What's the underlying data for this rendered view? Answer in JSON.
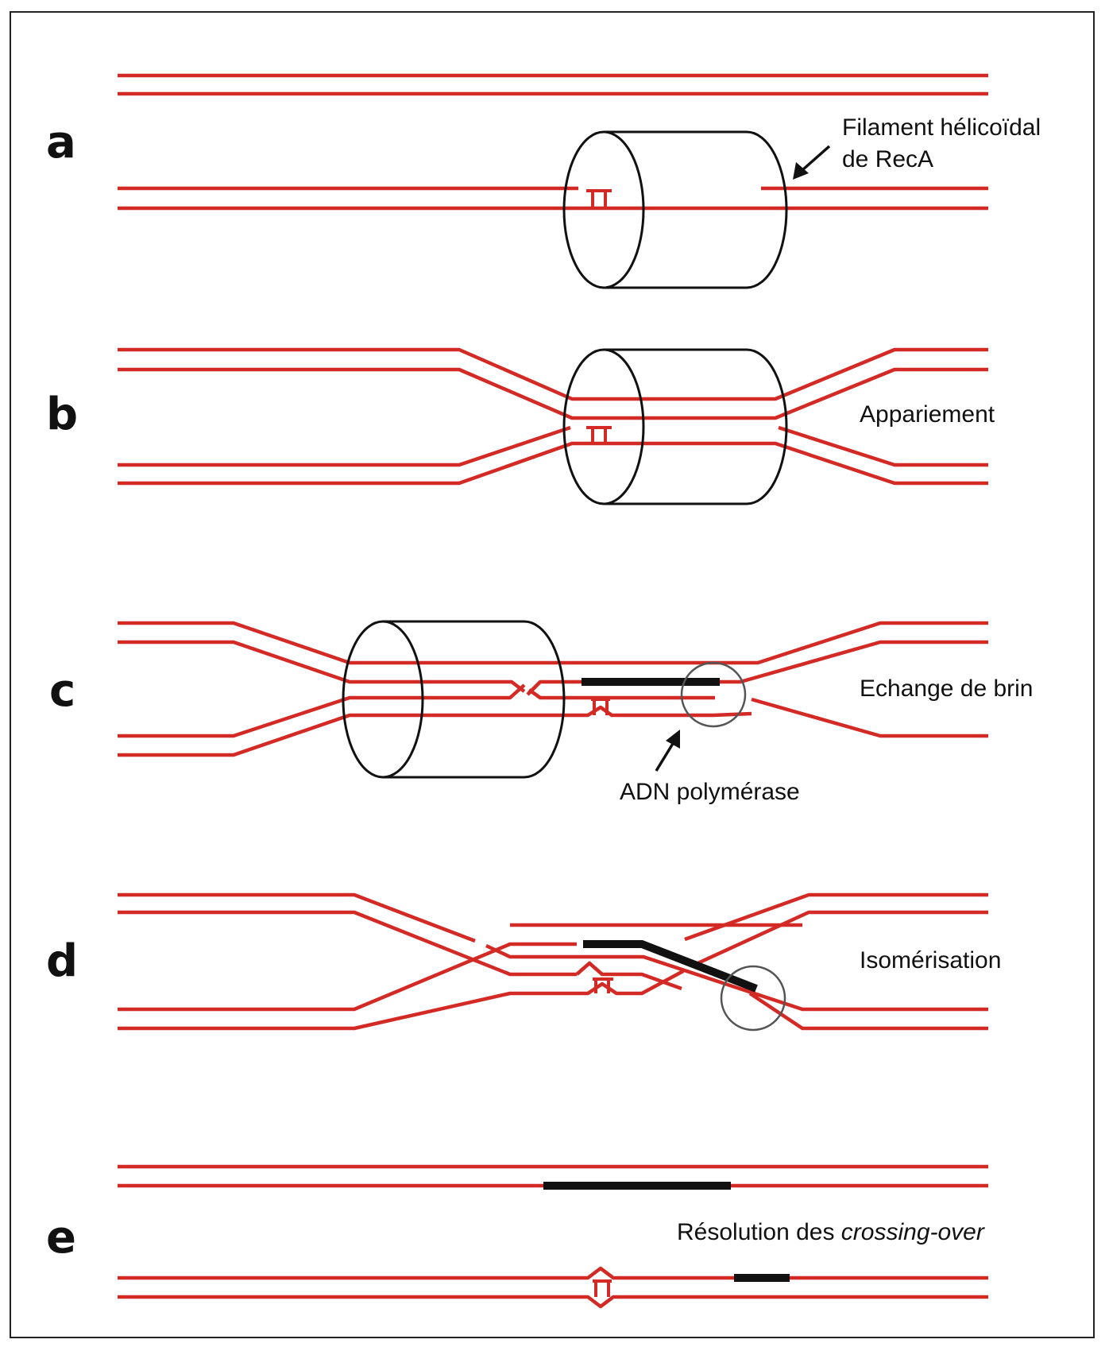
{
  "steps": {
    "a": {
      "letter": "a",
      "label_line1": "Filament hélicoïdal",
      "label_line2": "de RecA"
    },
    "b": {
      "letter": "b",
      "label": "Appariement"
    },
    "c": {
      "letter": "c",
      "label": "Echange de brin",
      "annotation": "ADN polymérase"
    },
    "d": {
      "letter": "d",
      "label": "Isomérisation"
    },
    "e": {
      "letter": "e",
      "label_prefix": "Résolution des ",
      "label_italic": "crossing-over"
    }
  },
  "colors": {
    "dna_strand": "#d42a25",
    "new_dna_synthesis": "#111111",
    "recA_filament_outline": "#111111",
    "frame": "#222222"
  }
}
